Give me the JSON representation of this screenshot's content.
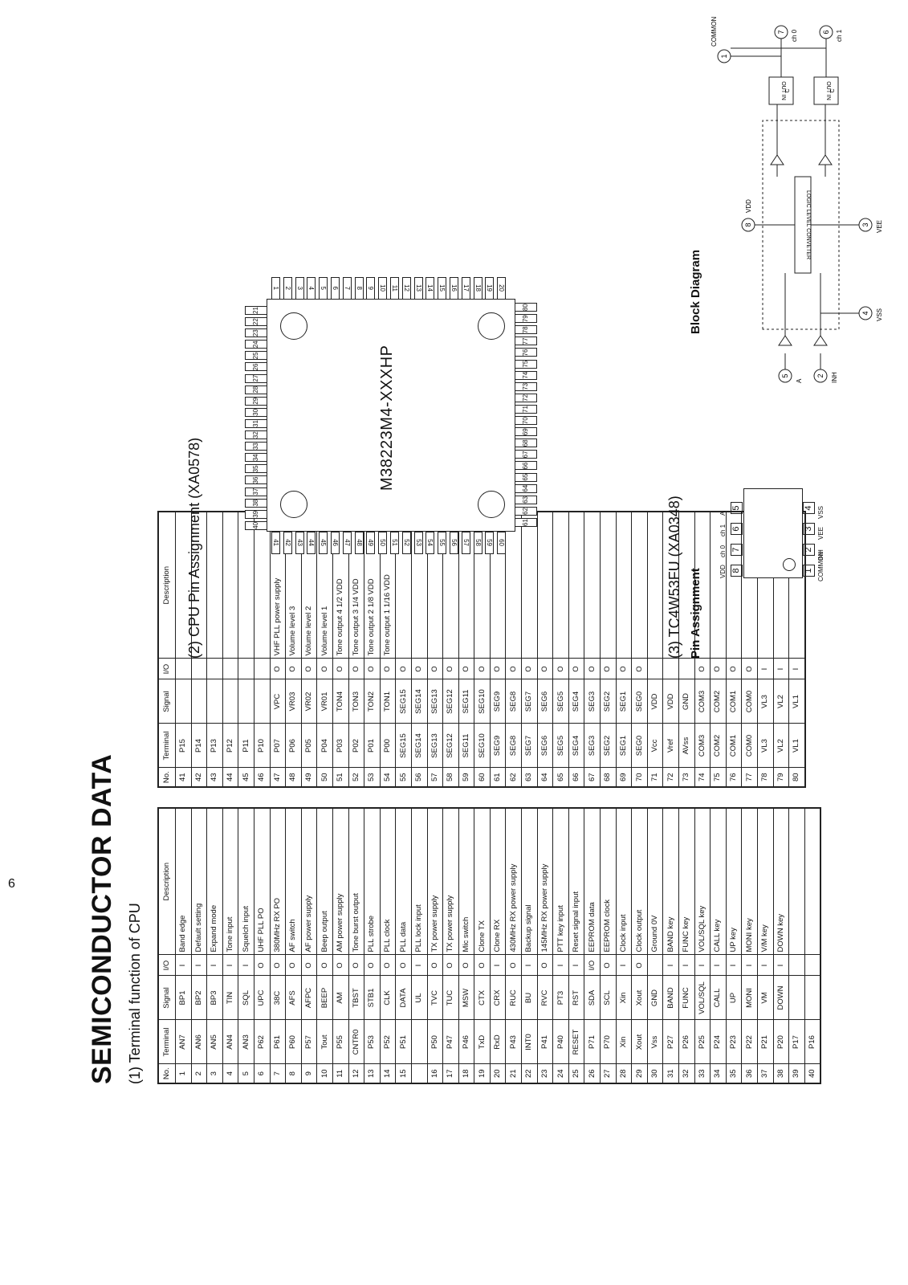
{
  "page_number": "6",
  "title": "SEMICONDUCTOR DATA",
  "section1": {
    "heading": "(1) Terminal function of CPU",
    "headers": [
      "No.",
      "Terminal",
      "Signal",
      "I/O",
      "Description"
    ],
    "rows_left": [
      [
        "1",
        "AN7",
        "BP1",
        "I",
        "Band edge"
      ],
      [
        "2",
        "AN6",
        "BP2",
        "I",
        "Default setting"
      ],
      [
        "3",
        "AN5",
        "BP3",
        "I",
        "Expand mode"
      ],
      [
        "4",
        "AN4",
        "TIN",
        "I",
        "Tone input"
      ],
      [
        "5",
        "AN3",
        "SQL",
        "I",
        "Squelch input"
      ],
      [
        "6",
        "P62",
        "UPC",
        "O",
        "UHF PLL PO"
      ],
      [
        "7",
        "P61",
        "38C",
        "O",
        "380MHz RX PO"
      ],
      [
        "8",
        "P60",
        "AFS",
        "O",
        "AF switch"
      ],
      [
        "9",
        "P57",
        "AFPC",
        "O",
        "AF power supply"
      ],
      [
        "10",
        "Tout",
        "BEEP",
        "O",
        "Beep output"
      ],
      [
        "11",
        "P55",
        "AM",
        "O",
        "AM power supply"
      ],
      [
        "12",
        "CNTR0",
        "TBST",
        "O",
        "Tone burst output"
      ],
      [
        "13",
        "P53",
        "STB1",
        "O",
        "PLL strobe"
      ],
      [
        "14",
        "P52",
        "CLK",
        "O",
        "PLL clock"
      ],
      [
        "15",
        "P51",
        "DATA",
        "O",
        "PLL data"
      ],
      [
        "",
        "",
        "UL",
        "I",
        "PLL lock input"
      ],
      [
        "16",
        "P50",
        "TVC",
        "O",
        "TX power supply"
      ],
      [
        "17",
        "P47",
        "TUC",
        "O",
        "TX power supply"
      ],
      [
        "18",
        "P46",
        "MSW",
        "O",
        "Mic switch"
      ],
      [
        "19",
        "TxD",
        "CTX",
        "O",
        "Clone TX"
      ],
      [
        "20",
        "RxD",
        "CRX",
        "I",
        "Clone RX"
      ],
      [
        "21",
        "P43",
        "RUC",
        "O",
        "430MHz RX power supply"
      ],
      [
        "22",
        "INT0",
        "BU",
        "I",
        "Backup signal"
      ],
      [
        "23",
        "P41",
        "RVC",
        "O",
        "145MHz RX power supply"
      ],
      [
        "24",
        "P40",
        "PT3",
        "I",
        "PTT key input"
      ],
      [
        "25",
        "RESET",
        "RST",
        "I",
        "Reset signal input"
      ],
      [
        "26",
        "P71",
        "SDA",
        "I/O",
        "EEPROM data"
      ],
      [
        "27",
        "P70",
        "SCL",
        "O",
        "EEPROM clock"
      ],
      [
        "28",
        "Xin",
        "Xin",
        "I",
        "Clock input"
      ],
      [
        "29",
        "Xout",
        "Xout",
        "O",
        "Clock output"
      ],
      [
        "30",
        "Vss",
        "GND",
        "",
        "Ground 0V"
      ],
      [
        "31",
        "P27",
        "BAND",
        "I",
        "BAND key"
      ],
      [
        "32",
        "P26",
        "FUNC",
        "I",
        "FUNC key"
      ],
      [
        "33",
        "P25",
        "VOL/SQL",
        "I",
        "VOL/SQL key"
      ],
      [
        "34",
        "P24",
        "CALL",
        "I",
        "CALL key"
      ],
      [
        "35",
        "P23",
        "UP",
        "I",
        "UP key"
      ],
      [
        "36",
        "P22",
        "MONI",
        "I",
        "MONI key"
      ],
      [
        "37",
        "P21",
        "VM",
        "I",
        "V/M key"
      ],
      [
        "38",
        "P20",
        "DOWN",
        "I",
        "DOWN key"
      ],
      [
        "39",
        "P17",
        "",
        "",
        ""
      ],
      [
        "40",
        "P16",
        "",
        "",
        ""
      ]
    ],
    "rows_right": [
      [
        "41",
        "P15",
        "",
        "",
        ""
      ],
      [
        "42",
        "P14",
        "",
        "",
        ""
      ],
      [
        "43",
        "P13",
        "",
        "",
        ""
      ],
      [
        "44",
        "P12",
        "",
        "",
        ""
      ],
      [
        "45",
        "P11",
        "",
        "",
        ""
      ],
      [
        "46",
        "P10",
        "",
        "",
        ""
      ],
      [
        "47",
        "P07",
        "VPC",
        "O",
        "VHF PLL power supply"
      ],
      [
        "48",
        "P06",
        "VR03",
        "O",
        "Volume level 3"
      ],
      [
        "49",
        "P05",
        "VR02",
        "O",
        "Volume level 2"
      ],
      [
        "50",
        "P04",
        "VR01",
        "O",
        "Volume level 1"
      ],
      [
        "51",
        "P03",
        "TON4",
        "O",
        "Tone output 4 1/2 VDD"
      ],
      [
        "52",
        "P02",
        "TON3",
        "O",
        "Tone output 3 1/4 VDD"
      ],
      [
        "53",
        "P01",
        "TON2",
        "O",
        "Tone output 2 1/8 VDD"
      ],
      [
        "54",
        "P00",
        "TON1",
        "O",
        "Tone output 1 1/16 VDD"
      ],
      [
        "55",
        "SEG15",
        "SEG15",
        "O",
        ""
      ],
      [
        "56",
        "SEG14",
        "SEG14",
        "O",
        ""
      ],
      [
        "57",
        "SEG13",
        "SEG13",
        "O",
        ""
      ],
      [
        "58",
        "SEG12",
        "SEG12",
        "O",
        ""
      ],
      [
        "59",
        "SEG11",
        "SEG11",
        "O",
        ""
      ],
      [
        "60",
        "SEG10",
        "SEG10",
        "O",
        ""
      ],
      [
        "61",
        "SEG9",
        "SEG9",
        "O",
        ""
      ],
      [
        "62",
        "SEG8",
        "SEG8",
        "O",
        ""
      ],
      [
        "63",
        "SEG7",
        "SEG7",
        "O",
        ""
      ],
      [
        "64",
        "SEG6",
        "SEG6",
        "O",
        ""
      ],
      [
        "65",
        "SEG5",
        "SEG5",
        "O",
        ""
      ],
      [
        "66",
        "SEG4",
        "SEG4",
        "O",
        ""
      ],
      [
        "67",
        "SEG3",
        "SEG3",
        "O",
        ""
      ],
      [
        "68",
        "SEG2",
        "SEG2",
        "O",
        ""
      ],
      [
        "69",
        "SEG1",
        "SEG1",
        "O",
        ""
      ],
      [
        "70",
        "SEG0",
        "SEG0",
        "O",
        ""
      ],
      [
        "71",
        "Vcc",
        "VDD",
        "",
        ""
      ],
      [
        "72",
        "Vref",
        "VDD",
        "",
        ""
      ],
      [
        "73",
        "AVss",
        "GND",
        "",
        ""
      ],
      [
        "74",
        "COM3",
        "COM3",
        "O",
        ""
      ],
      [
        "75",
        "COM2",
        "COM2",
        "O",
        ""
      ],
      [
        "76",
        "COM1",
        "COM1",
        "O",
        ""
      ],
      [
        "77",
        "COM0",
        "COM0",
        "O",
        ""
      ],
      [
        "78",
        "VL3",
        "VL3",
        "I",
        ""
      ],
      [
        "79",
        "VL2",
        "VL2",
        "I",
        ""
      ],
      [
        "80",
        "VL1",
        "VL1",
        "I",
        ""
      ]
    ]
  },
  "section2": {
    "heading": "(2) CPU Pin Assignment (XA0578)",
    "part_number": "M38223M4-XXXHP"
  },
  "section3": {
    "heading": "(3) TC4W53FU (XA0348)",
    "pin_assignment_label": "Pin Assignment",
    "block_diagram_label": "Block Diagram",
    "left_pins": [
      [
        "1",
        "COMMON"
      ],
      [
        "2",
        "INH"
      ],
      [
        "3",
        "VEE"
      ],
      [
        "4",
        "VSS"
      ]
    ],
    "right_pins": [
      [
        "8",
        "VDD"
      ],
      [
        "7",
        "ch 0"
      ],
      [
        "6",
        "ch 1"
      ],
      [
        "5",
        "A"
      ]
    ],
    "block": {
      "logic": "LOGIC LEVEL CONVETER",
      "out_in": "OUT IN",
      "c": "C",
      "vdd": "VDD",
      "vee": "VEE",
      "vss": "VSS",
      "a": "A",
      "inh": "INH",
      "common": "COMMON",
      "ch0": "ch 0",
      "ch1": "ch 1",
      "n8": "8",
      "n3": "3",
      "n4": "4",
      "n5": "5",
      "n2": "2",
      "n1": "1",
      "n7": "7",
      "n6": "6"
    }
  }
}
